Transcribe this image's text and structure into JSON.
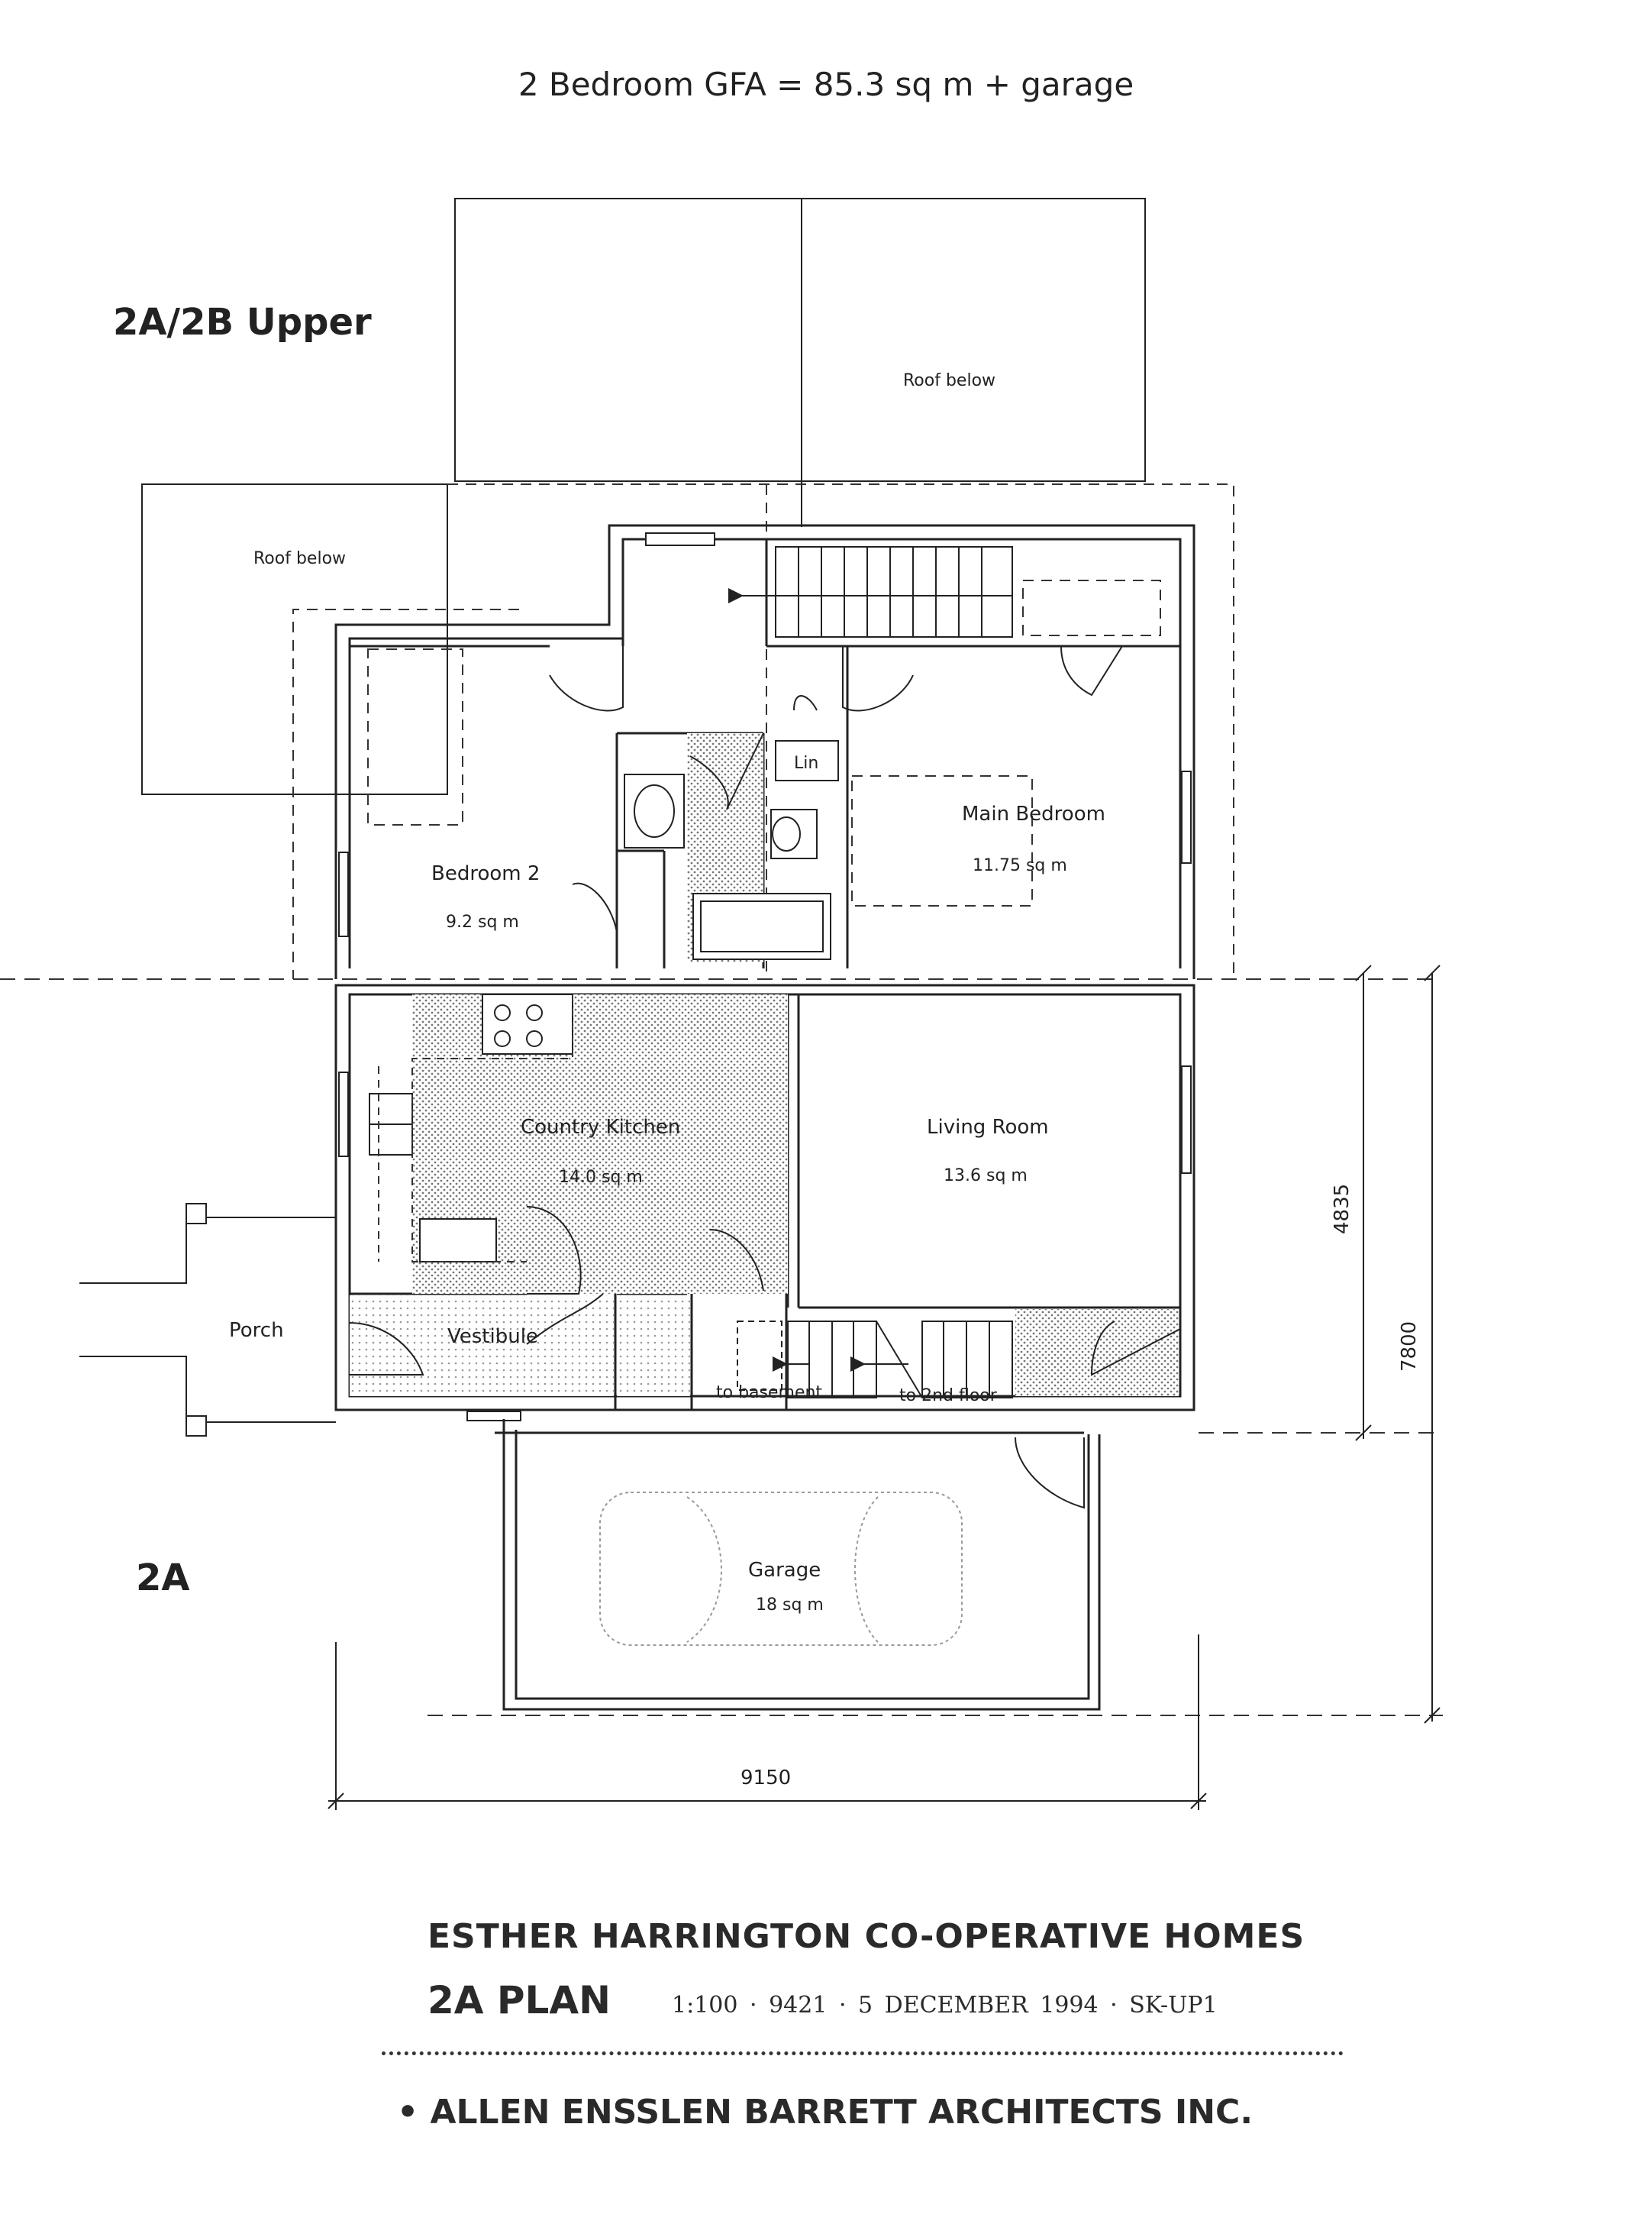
{
  "title": "2 Bedroom GFA = 85.3 sq m + garage",
  "sections": {
    "upper": "2A/2B Upper",
    "lower": "2A"
  },
  "roof_labels": [
    "Roof below",
    "Roof below"
  ],
  "rooms": {
    "bedroom2": {
      "name": "Bedroom 2",
      "area": "9.2 sq m"
    },
    "main_bedroom": {
      "name": "Main Bedroom",
      "area": "11.75 sq m"
    },
    "linen": {
      "name": "Lin"
    },
    "kitchen": {
      "name": "Country Kitchen",
      "area": "14.0 sq m"
    },
    "living": {
      "name": "Living Room",
      "area": "13.6 sq m"
    },
    "porch": {
      "name": "Porch"
    },
    "vestibule": {
      "name": "Vestibule"
    },
    "garage": {
      "name": "Garage",
      "area": "18 sq m"
    }
  },
  "stair_labels": {
    "basement": "to basement",
    "second_floor": "to 2nd floor"
  },
  "dimensions": {
    "width": "9150",
    "depth_total": "7800",
    "depth_partial": "4835"
  },
  "title_block": {
    "project": "ESTHER HARRINGTON CO-OPERATIVE HOMES",
    "plan": "2A PLAN",
    "meta": "1:100 · 9421 · 5 DECEMBER 1994 · SK-UP1",
    "firm": "• ALLEN ENSSLEN BARRETT ARCHITECTS INC."
  }
}
